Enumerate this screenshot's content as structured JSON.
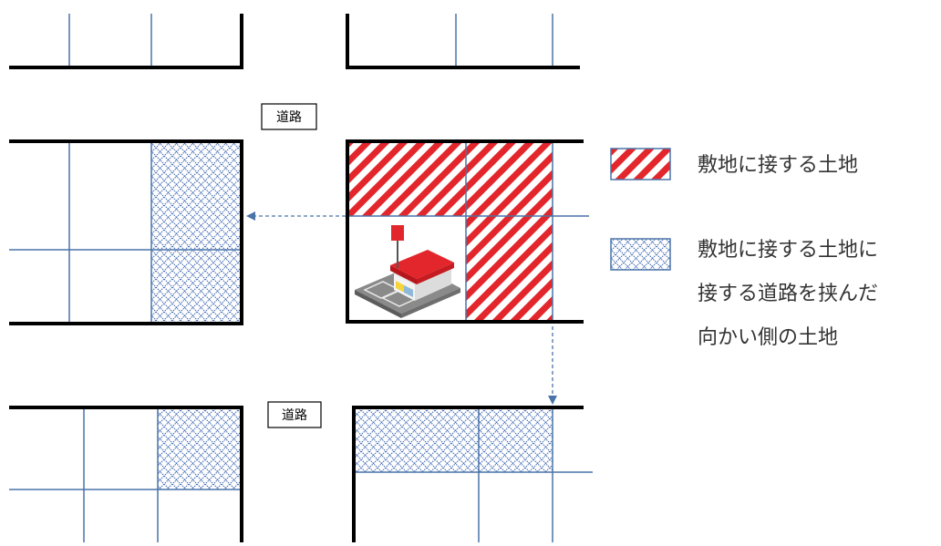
{
  "road_labels": [
    "道路",
    "道路"
  ],
  "legend": [
    {
      "type": "red-stripe",
      "lines": [
        "敷地に接する土地"
      ]
    },
    {
      "type": "blue-crosshatch",
      "lines": [
        "敷地に接する土地に",
        "接する道路を挟んだ",
        "向かい側の土地"
      ]
    }
  ],
  "colors": {
    "red_stripe": "#e3262b",
    "blue_line": "#4a73a8",
    "crosshatch": "#3a64b0",
    "block_border": "#000000",
    "legend_text": "#333333"
  },
  "icons": [
    "convenience-store-icon"
  ]
}
